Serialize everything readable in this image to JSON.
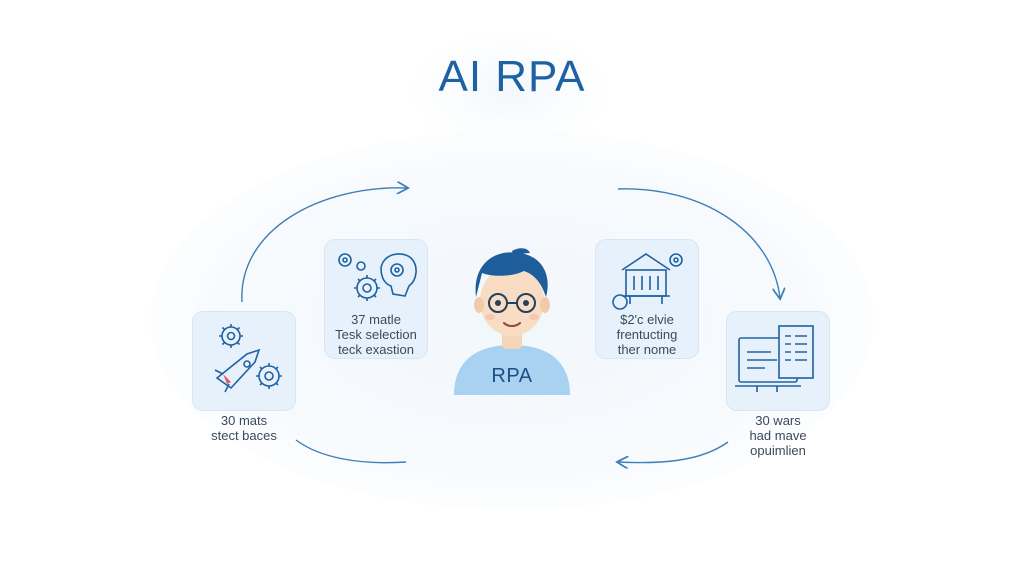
{
  "title": "AI RPA",
  "person": {
    "shirt_label": "RPA"
  },
  "steps": [
    {
      "id": "left",
      "lines": [
        "30 mats",
        "stect baces"
      ],
      "icon": "gears-rocket-icon"
    },
    {
      "id": "top-left",
      "lines": [
        "37 matle",
        "Tesk selection",
        "teck exastion"
      ],
      "icon": "gears-brain-icon"
    },
    {
      "id": "top-right",
      "lines": [
        "$2'c elvie",
        "frentucting",
        "ther nome"
      ],
      "icon": "house-gear-icon"
    },
    {
      "id": "right",
      "lines": [
        "30 wars",
        "had mave",
        "opuimlien"
      ],
      "icon": "computer-document-icon"
    }
  ],
  "colors": {
    "accent": "#1f62a3",
    "card_bg": "#e6f1fb",
    "shirt": "#a9d1f0",
    "hair": "#1d5d9b",
    "arrow": "#3f7fb8"
  }
}
